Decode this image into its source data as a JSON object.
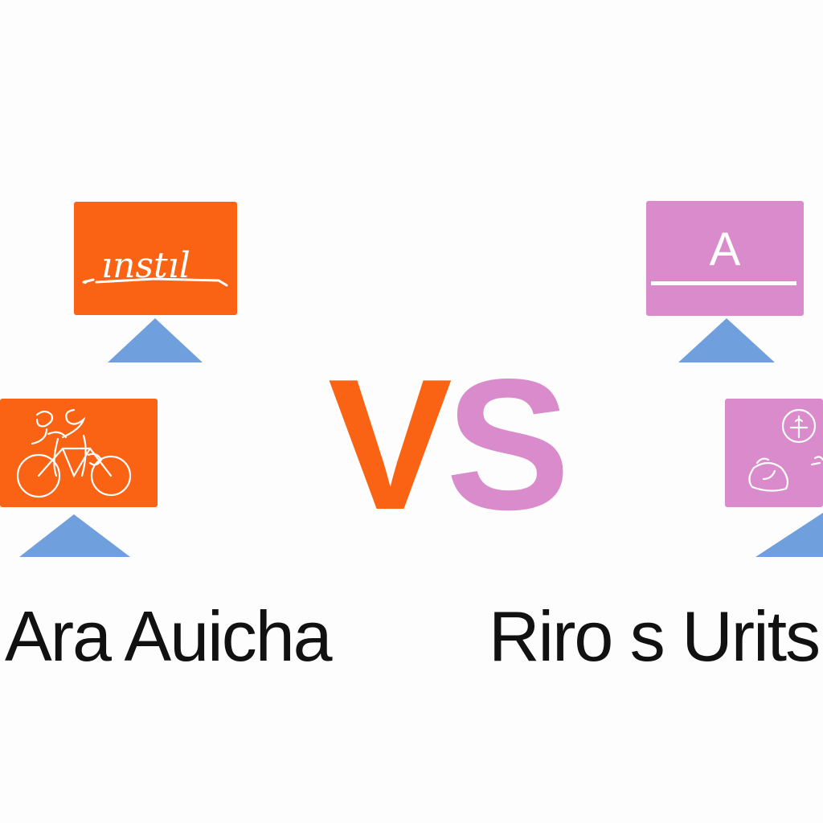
{
  "colors": {
    "orange": "#fb6314",
    "pink": "#d98bcb",
    "stand_blue": "#6f9fdc",
    "text": "#111111",
    "background": "#fdfdfd"
  },
  "vs": {
    "v": "V",
    "s": "S"
  },
  "left": {
    "label": "Ara Auicha",
    "top_card": {
      "text": "ınstıl",
      "icon": "scribble-text"
    },
    "bottom_card": {
      "icon": "bicycle-icon"
    }
  },
  "right": {
    "label": "Riro s Urits",
    "top_card": {
      "text": "A",
      "icon": "letter-a"
    },
    "bottom_card": {
      "icon": "sketch-icons"
    }
  }
}
